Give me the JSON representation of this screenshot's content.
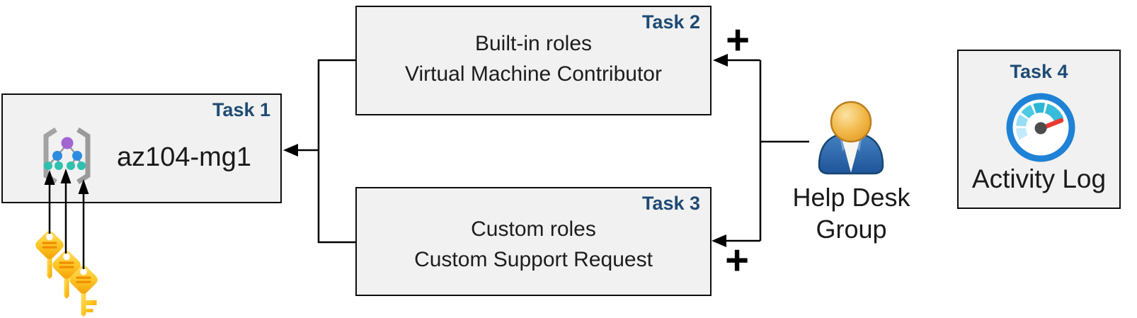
{
  "task1": {
    "label": "Task 1",
    "name": "az104-mg1"
  },
  "task2": {
    "label": "Task 2",
    "line1": "Built-in roles",
    "line2": "Virtual Machine Contributor"
  },
  "task3": {
    "label": "Task 3",
    "line1": "Custom roles",
    "line2": "Custom Support Request"
  },
  "task4": {
    "label": "Task 4",
    "caption": "Activity Log"
  },
  "help_desk_group": {
    "line1": "Help Desk",
    "line2": "Group"
  },
  "plus_top": "+",
  "plus_bottom": "+",
  "icons": {
    "task1_icon": "management-group-icon",
    "task4_icon": "activity-log-gauge-icon",
    "group_icon": "user-icon",
    "bottom_left_icon": "keys-icon"
  },
  "colors": {
    "task_label_blue": "#1E4B74",
    "box_fill": "#F1F1F1",
    "box_border": "#0D0D0D",
    "connector_black": "#000000",
    "key_gold": "#F6A200",
    "person_body_blue": "#2E6CB0",
    "person_head_gold": "#EFAF35",
    "gauge_ring_blue": "#1E82D6",
    "gauge_needle_red": "#E93A31",
    "mg_purple": "#A266D2",
    "mg_blue": "#2E8CE0",
    "mg_teal": "#2FC0AE"
  }
}
